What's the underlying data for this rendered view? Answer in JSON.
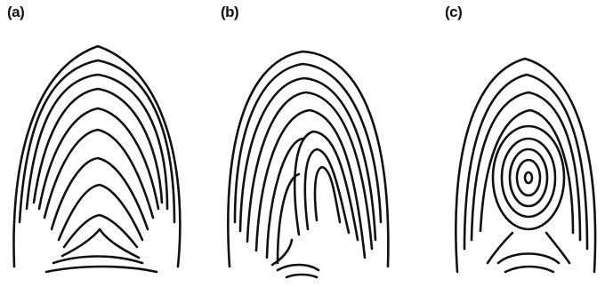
{
  "figure": {
    "panels": [
      {
        "label": "(a)",
        "pattern": "arch"
      },
      {
        "label": "(b)",
        "pattern": "loop"
      },
      {
        "label": "(c)",
        "pattern": "whorl"
      }
    ],
    "colors": {
      "ink": "#111111",
      "background": "#ffffff"
    }
  }
}
